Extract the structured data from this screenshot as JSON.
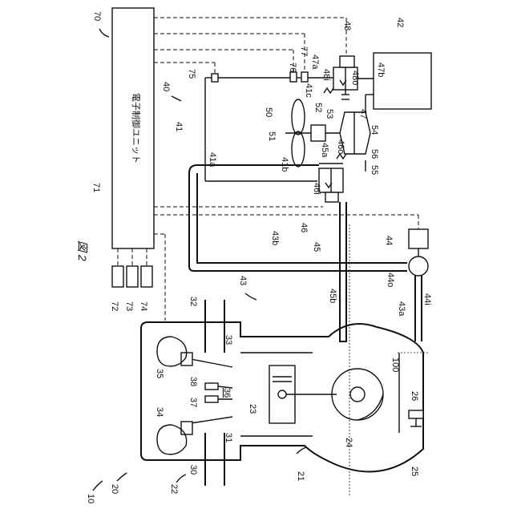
{
  "figure_label": "図 2",
  "ecu_label": "電子制御ユニット",
  "labels": {
    "n10": "10",
    "n20": "20",
    "n21": "21",
    "n22": "22",
    "n23": "23",
    "n24": "24",
    "n25": "25",
    "n26": "26",
    "n30": "30",
    "n31": "31",
    "n32": "32",
    "n33": "33",
    "n34": "34",
    "n35": "35",
    "n36": "36",
    "n37": "37",
    "n38": "38",
    "n40": "40",
    "n41": "41",
    "n41a": "41a",
    "n41b": "41b",
    "n41c": "41c",
    "n42": "42",
    "n43": "43",
    "n43a": "43a",
    "n43b": "43b",
    "n44": "44",
    "n44i": "44i",
    "n44o": "44o",
    "n45": "45",
    "n45a": "45a",
    "n45b": "45b",
    "n46": "46",
    "n46i": "46i",
    "n46o": "46o",
    "n47": "47",
    "n47a": "47a",
    "n47b": "47b",
    "n48": "48",
    "n48i": "48i",
    "n48o": "48o",
    "n50": "50",
    "n51": "51",
    "n52": "52",
    "n53": "53",
    "n54": "54",
    "n55": "55",
    "n56": "56",
    "n70": "70",
    "n71": "71",
    "n72": "72",
    "n73": "73",
    "n74": "74",
    "n75": "75",
    "n76": "76",
    "n77": "77",
    "n100": "100"
  }
}
